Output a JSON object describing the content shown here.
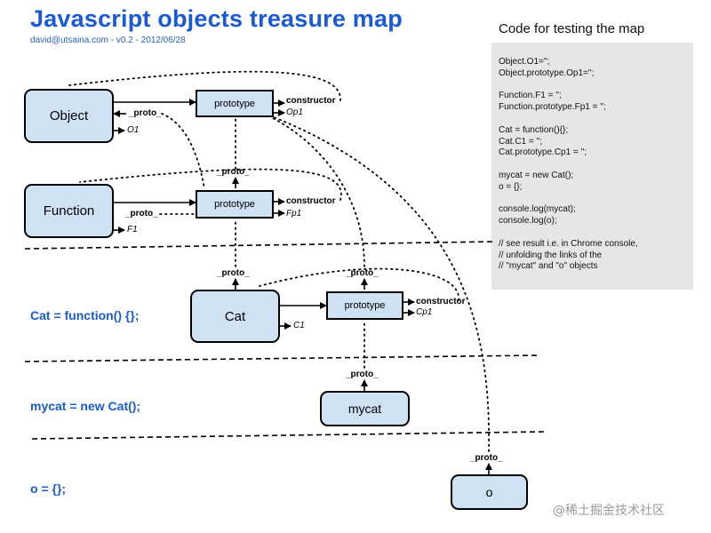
{
  "header": {
    "title": "Javascript objects treasure map",
    "subtitle": "david@utsaina.com - v0.2 - 2012/06/28"
  },
  "code_panel": {
    "title": "Code for testing the map",
    "lines": [
      "Object.O1='';",
      "Object.prototype.Op1='';",
      "",
      "Function.F1 = '';",
      "Function.prototype.Fp1 = '';",
      "",
      "Cat = function(){};",
      "Cat.C1 = '';",
      "Cat.prototype.Cp1 = '';",
      "",
      "mycat = new Cat();",
      "o = {};",
      "",
      "console.log(mycat);",
      "console.log(o);",
      "",
      "// see result i.e. in Chrome console,",
      "// unfolding the links of the",
      "// \"mycat\" and \"o\" objects"
    ]
  },
  "nodes": {
    "object": "Object",
    "function": "Function",
    "cat": "Cat",
    "mycat": "mycat",
    "o": "o"
  },
  "prototype_label": "prototype",
  "labels": {
    "proto": "_proto_",
    "constructor": "constructor",
    "O1": "O1",
    "Op1": "Op1",
    "F1": "F1",
    "Fp1": "Fp1",
    "C1": "C1",
    "Cp1": "Cp1"
  },
  "statements": {
    "cat": "Cat = function() {};",
    "mycat": "mycat = new Cat();",
    "o": "o = {};"
  },
  "watermark": "@稀土掘金技术社区"
}
